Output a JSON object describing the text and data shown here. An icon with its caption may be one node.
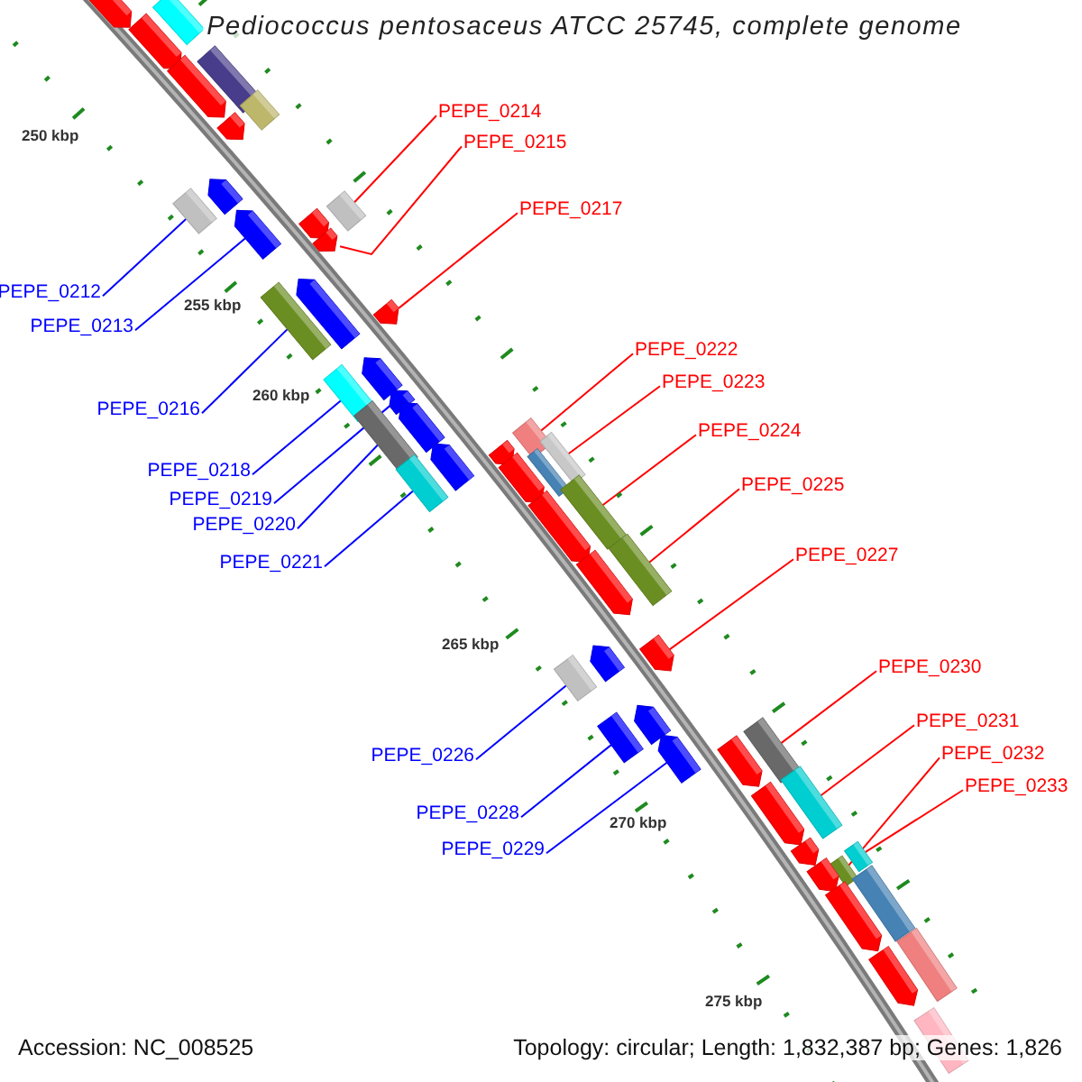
{
  "diagram": {
    "title": "Pediococcus pentosaceus ATCC 25745, complete genome",
    "nodes": [
      {
        "text": [
          "PEPE_0214"
        ]
      },
      {
        "text": [
          "PEPE_0215"
        ]
      },
      {
        "text": [
          "PEPE_0217"
        ]
      },
      {
        "text": [
          "PEPE_0212"
        ]
      },
      {
        "text": [
          "PEPE_0213"
        ]
      },
      {
        "text": [
          "PEPE_0222"
        ]
      },
      {
        "text": [
          "PEPE_0223"
        ]
      },
      {
        "text": [
          "PEPE_0216"
        ]
      },
      {
        "text": [
          "PEPE_0224"
        ]
      },
      {
        "text": [
          "PEPE_0218"
        ]
      },
      {
        "text": [
          "PEPE_0225"
        ]
      },
      {
        "text": [
          "PEPE_0219"
        ]
      },
      {
        "text": [
          "PEPE_0220"
        ]
      },
      {
        "text": [
          "PEPE_0227"
        ]
      },
      {
        "text": [
          "PEPE_0221"
        ]
      },
      {
        "text": [
          "PEPE_0230"
        ]
      },
      {
        "text": [
          "PEPE_0231"
        ]
      },
      {
        "text": [
          "PEPE_0226"
        ]
      },
      {
        "text": [
          "PEPE_0232"
        ]
      },
      {
        "text": [
          "PEPE_0233"
        ]
      },
      {
        "text": [
          "PEPE_0228"
        ]
      },
      {
        "text": [
          "PEPE_0229"
        ]
      },
      {
        "text": [],
        "shape": "pentagon"
      },
      {
        "text": [],
        "shape": "box"
      },
      {
        "text": [],
        "shape": "pentagon"
      },
      {
        "text": [],
        "shape": "box"
      },
      {
        "text": [],
        "shape": "pentagon"
      },
      {
        "text": [],
        "shape": "box"
      },
      {
        "text": [],
        "shape": "pentagon"
      },
      {
        "text": [],
        "shape": "pentagon"
      },
      {
        "text": [],
        "shape": "box"
      },
      {
        "text": [],
        "shape": "box"
      },
      {
        "text": [],
        "shape": "pentagon"
      },
      {
        "text": [],
        "shape": "pentagon"
      },
      {
        "text": [],
        "shape": "pentagon"
      },
      {
        "text": [],
        "shape": "pentagon"
      },
      {
        "text": [],
        "shape": "pentagon"
      },
      {
        "text": [],
        "shape": "box"
      },
      {
        "text": [],
        "shape": "pentagon"
      },
      {
        "text": [],
        "shape": "box"
      },
      {
        "text": [],
        "shape": "pentagon"
      },
      {
        "text": [],
        "shape": "pentagon"
      },
      {
        "text": [],
        "shape": "box"
      },
      {
        "text": [],
        "shape": "box"
      },
      {
        "text": [],
        "shape": "pentagon"
      },
      {
        "text": [],
        "shape": "box"
      },
      {
        "text": [],
        "shape": "pentagon"
      },
      {
        "text": [],
        "shape": "box"
      },
      {
        "text": [],
        "shape": "pentagon"
      },
      {
        "text": [],
        "shape": "box"
      },
      {
        "text": [],
        "shape": "box"
      },
      {
        "text": [],
        "shape": "pentagon"
      },
      {
        "text": [],
        "shape": "box"
      },
      {
        "text": [],
        "shape": "pentagon"
      },
      {
        "text": [],
        "shape": "pentagon"
      },
      {
        "text": [],
        "shape": "pentagon"
      },
      {
        "text": [],
        "shape": "box"
      },
      {
        "text": [],
        "shape": "pentagon"
      },
      {
        "text": [],
        "shape": "box"
      },
      {
        "text": [],
        "shape": "box"
      },
      {
        "text": [],
        "shape": "pentagon"
      },
      {
        "text": [],
        "shape": "pentagon"
      },
      {
        "text": [],
        "shape": "box"
      },
      {
        "text": [],
        "shape": "pentagon"
      },
      {
        "text": [],
        "shape": "pentagon"
      },
      {
        "text": [],
        "shape": "box"
      },
      {
        "text": [],
        "shape": "box"
      },
      {
        "text": [],
        "shape": "pentagon"
      },
      {
        "text": [],
        "shape": "box"
      },
      {
        "text": [],
        "shape": "pentagon"
      },
      {
        "text": [],
        "shape": "box"
      },
      {
        "text": [],
        "shape": "pentagon"
      },
      {
        "text": [],
        "shape": "box"
      }
    ],
    "edges": [
      {
        "from": 0,
        "to": 30,
        "arrow": "none"
      },
      {
        "from": 1,
        "to": 34,
        "arrow": "none"
      },
      {
        "from": 2,
        "to": 36,
        "arrow": "none"
      },
      {
        "from": 3,
        "to": 31,
        "arrow": "none",
        "color": "#0000ff"
      },
      {
        "from": 4,
        "to": 33,
        "arrow": "none",
        "color": "#0000ff"
      },
      {
        "from": 5,
        "to": 43,
        "arrow": "none"
      },
      {
        "from": 6,
        "to": 45,
        "arrow": "none"
      },
      {
        "from": 7,
        "to": 37,
        "arrow": "none",
        "color": "#0000ff"
      },
      {
        "from": 8,
        "to": 50,
        "arrow": "none"
      },
      {
        "from": 9,
        "to": 39,
        "arrow": "none",
        "color": "#0000ff"
      },
      {
        "from": 10,
        "to": 52,
        "arrow": "none"
      },
      {
        "from": 11,
        "to": 40,
        "arrow": "none",
        "color": "#0000ff"
      },
      {
        "from": 12,
        "to": 42,
        "arrow": "none",
        "color": "#0000ff"
      },
      {
        "from": 13,
        "to": 54,
        "arrow": "none"
      },
      {
        "from": 14,
        "to": 49,
        "arrow": "none",
        "color": "#0000ff"
      },
      {
        "from": 15,
        "to": 59,
        "arrow": "none"
      },
      {
        "from": 16,
        "to": 62,
        "arrow": "none"
      },
      {
        "from": 17,
        "to": 56,
        "arrow": "none",
        "color": "#0000ff"
      },
      {
        "from": 18,
        "to": 66,
        "arrow": "none"
      },
      {
        "from": 19,
        "to": 65,
        "arrow": "none"
      },
      {
        "from": 20,
        "to": 58,
        "arrow": "none",
        "color": "#0000ff"
      },
      {
        "from": 21,
        "to": 60,
        "arrow": "none",
        "color": "#0000ff"
      }
    ],
    "labels": [
      "250 kbp",
      "255 kbp",
      "260 kbp",
      "265 kbp",
      "270 kbp",
      "275 kbp",
      "Accession: NC_008525",
      "Topology: circular; Length: 1,832,387 bp; Genes: 1,826"
    ]
  }
}
